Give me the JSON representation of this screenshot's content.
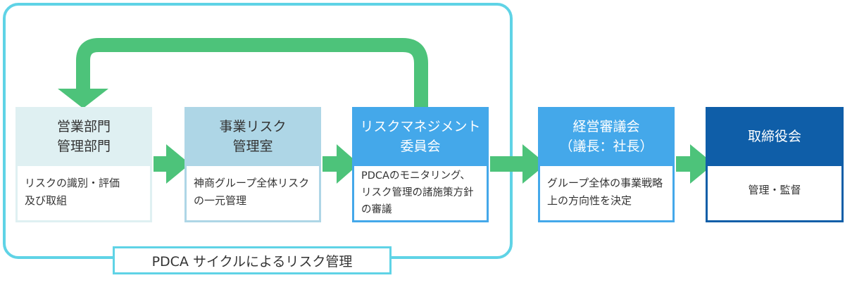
{
  "frame": {
    "label": "PDCA サイクルによるリスク管理"
  },
  "boxes": [
    {
      "title_lines": [
        "営業部門",
        "管理部門"
      ],
      "desc_lines": [
        "リスクの識別・評価",
        "及び取組"
      ]
    },
    {
      "title_lines": [
        "事業リスク",
        "管理室"
      ],
      "desc_lines": [
        "神商グループ全体リスク",
        "の一元管理"
      ]
    },
    {
      "title_lines": [
        "リスクマネジメント",
        "委員会"
      ],
      "desc_lines": [
        "PDCAのモニタリング、",
        "リスク管理の諸施策方針",
        "の審議"
      ]
    },
    {
      "title_lines": [
        "経営審議会",
        "（議長：社長）"
      ],
      "desc_lines": [
        "グループ全体の事業戦略",
        "上の方向性を決定"
      ]
    },
    {
      "title_lines": [
        "取締役会"
      ],
      "desc_lines": [
        "管理・監督"
      ]
    }
  ],
  "colors": {
    "frame": "#5fd3e6",
    "arrow": "#4dc37a",
    "box_pale": "#dff0f2",
    "box_light": "#aed6e6",
    "box_blue": "#44a8ea",
    "box_navy": "#0f5ea8"
  }
}
